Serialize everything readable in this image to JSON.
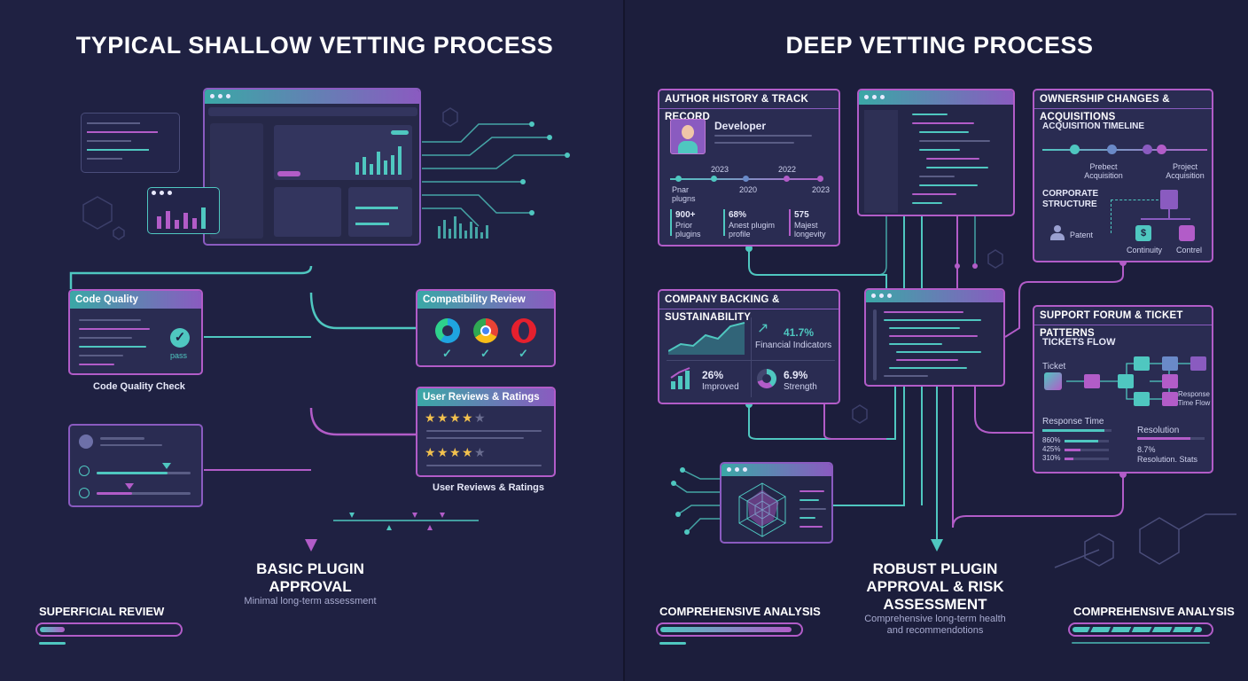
{
  "left": {
    "title": "TYPICAL SHALLOW VETTING PROCESS",
    "code_quality": {
      "header": "Code Quality",
      "pass": "pass",
      "caption": "Code Quality Check"
    },
    "compat": {
      "header": "Compatibility Review",
      "browsers": [
        "edge-icon",
        "chrome-icon",
        "opera-icon"
      ]
    },
    "reviews": {
      "header": "User Reviews & Ratings",
      "caption": "User Reviews & Ratings",
      "ratings": [
        4,
        4
      ]
    },
    "result": {
      "line1": "BASIC PLUGIN",
      "line2": "APPROVAL",
      "sub": "Minimal long-term assessment"
    },
    "footer": {
      "label": "SUPERFICIAL REVIEW",
      "progress": 0.18
    }
  },
  "right": {
    "title": "DEEP VETTING PROCESS",
    "author": {
      "header": "AUTHOR HISTORY & TRACK RECORD",
      "name": "Developer",
      "timeline_top": [
        "2023",
        "2022"
      ],
      "timeline_bottom": [
        "Pnar plugns",
        "2020",
        "2023"
      ],
      "stats": [
        {
          "value": "900+",
          "label": "Prior plugins"
        },
        {
          "value": "68%",
          "label": "Anest plugim profile"
        },
        {
          "value": "575",
          "label": "Majest longevity"
        }
      ]
    },
    "ownership": {
      "header": "OWNERSHIP CHANGES & ACQUISITIONS",
      "timeline_title": "ACQUISITION TIMELINE",
      "timeline_labels": [
        "Prebect Acquisition",
        "Project Acquisition"
      ],
      "structure_title": "CORPORATE STRUCTURE",
      "nodes": [
        "Patent",
        "Continuity",
        "Contrel"
      ]
    },
    "company": {
      "header": "COMPANY BACKING & SUSTAINABILITY",
      "stats": [
        {
          "value": "41.7%",
          "label": "Financial Indicators"
        },
        {
          "value": "26%",
          "label": "Improved"
        },
        {
          "value": "6.9%",
          "label": "Strength"
        }
      ]
    },
    "support": {
      "header": "SUPPORT FORUM & TICKET PATTERNS",
      "flow_title": "TICKETS FLOW",
      "ticket": "Ticket",
      "response_label": "Response Time Flow",
      "response_time": "Response Time",
      "rt_values": [
        "860%",
        "425%",
        "310%"
      ],
      "rt_levels": [
        0.75,
        0.35,
        0.2
      ],
      "resolution": "Resolution",
      "resolution_value": "8.7%",
      "resolution_stats": "Resolution. Stats"
    },
    "result": {
      "line1": "ROBUST PLUGIN",
      "line2": "APPROVAL & RISK",
      "line3": "ASSESSMENT",
      "sub1": "Comprehensive long-term health",
      "sub2": "and recommendotions"
    },
    "footer_left": {
      "label": "COMPREHENSIVE ANALYSIS",
      "progress": 0.95
    },
    "footer_right": {
      "label": "COMPREHENSIVE ANALYSIS",
      "progress": 0.95
    }
  },
  "colors": {
    "teal": "#4fc7c0",
    "purple": "#b25cc8",
    "background": "#1f2142"
  }
}
